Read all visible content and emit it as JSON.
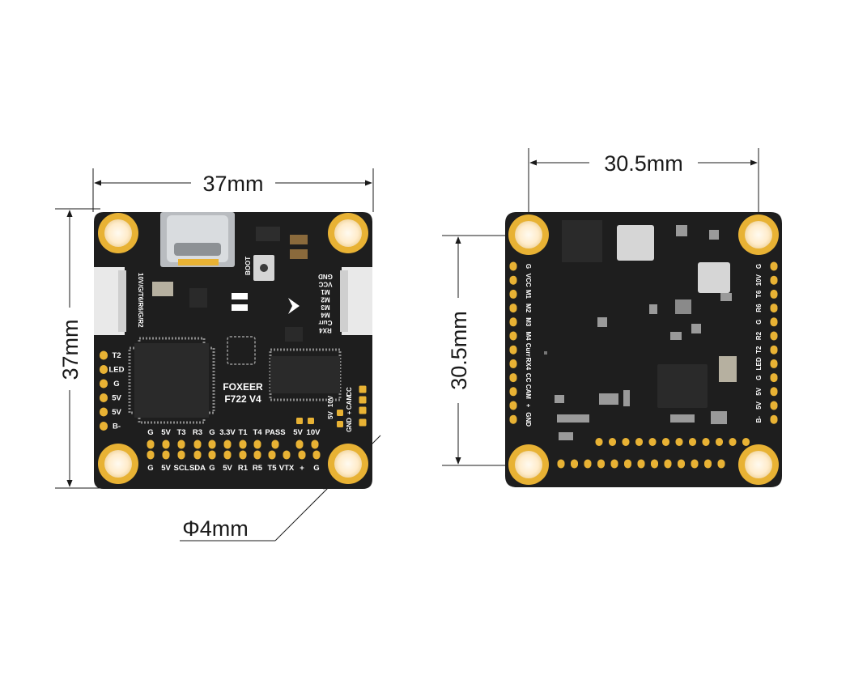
{
  "dimensions": {
    "width_top": "37mm",
    "height_left": "37mm",
    "width_mount": "30.5mm",
    "height_mount": "30.5mm",
    "hole_diameter": "Φ4mm"
  },
  "front": {
    "brand": "FOXEER",
    "model": "F722 V4",
    "boot_label": "BOOT",
    "uart_label": "10V/G/T6/R6/G/R2",
    "right_connector": [
      "GND",
      "VCC",
      "M1",
      "M2",
      "M3",
      "M4",
      "Curr",
      "RX4"
    ],
    "left_pads": [
      "T2",
      "LED",
      "G",
      "5V",
      "5V",
      "B-"
    ],
    "bottom_row1": [
      "G",
      "5V",
      "T3",
      "R3",
      "G",
      "3.3V",
      "T1",
      "T4",
      "PASS"
    ],
    "bottom_row2": [
      "G",
      "5V",
      "SCL",
      "SDA",
      "G",
      "5V",
      "R1",
      "R5",
      "T5",
      "VTX",
      "+",
      "G"
    ],
    "vtx_power": [
      "5V",
      "10V"
    ],
    "vtx_power_side": [
      "5V",
      "10V"
    ],
    "cam_labels": [
      "CC",
      "CAM",
      "+",
      "GND"
    ]
  },
  "back": {
    "left_col": [
      "G",
      "VCC",
      "M1",
      "M2",
      "M3",
      "M4",
      "Curr",
      "RX4",
      "CC",
      "CAM",
      "+",
      "GND"
    ],
    "right_col": [
      "G",
      "10V",
      "T6",
      "R6",
      "G",
      "R2",
      "T2",
      "LED",
      "G",
      "5V",
      "5V",
      "B-"
    ]
  },
  "colors": {
    "board": "#1e1e1e",
    "pad_gold": "#e8b234",
    "hole_inner": "#fff4dc",
    "line": "#1a1a1a"
  }
}
